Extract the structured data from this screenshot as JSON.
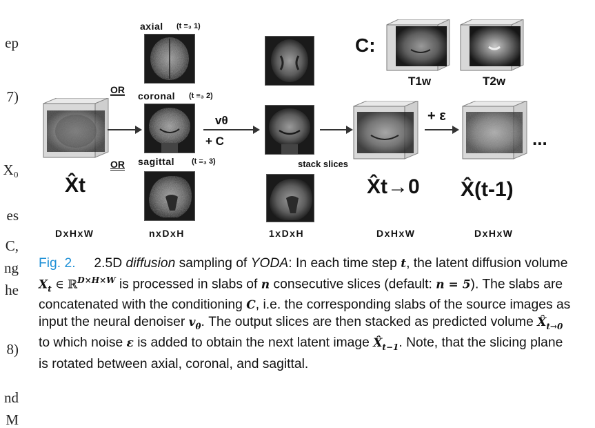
{
  "margin_fragments": [
    "ep",
    "7)",
    "X₀",
    "es",
    "C,",
    "ng",
    "he",
    "8)",
    "nd",
    "M"
  ],
  "diagram": {
    "axial_label": "axial",
    "axial_index": "(t ≡₃ 1)",
    "coronal_label": "coronal",
    "coronal_index": "(t ≡₃ 2)",
    "sagittal_label": "sagittal",
    "sagittal_index": "(t ≡₃ 3)",
    "or_label": "OR",
    "denoiser_label": "vθ",
    "plus_c_label": "+ C",
    "stack_label": "stack slices",
    "plus_eps_label": "+ ε",
    "cond_label": "C:",
    "t1w_label": "T1w",
    "t2w_label": "T2w",
    "ellipsis": "...",
    "x_t": "X̂t",
    "x_t0": "X̂t→0",
    "x_tm1": "X̂(t-1)",
    "dims": [
      "DxHxW",
      "nxDxH",
      "1xDxH",
      "DxHxW",
      "DxHxW"
    ]
  },
  "caption": {
    "fig_label": "Fig. 2.",
    "text_1": "2.5D ",
    "text_diffusion": "diffusion",
    "text_2": " sampling of ",
    "text_yoda": "YODA",
    "text_3": ": In each time step ",
    "sym_t": "t",
    "text_4": ", the latent diffusion volume ",
    "sym_xt": "X",
    "sym_xt_sub": "t",
    "text_5": " ∈ ℝ",
    "sym_dims": "D×H×W",
    "text_6": " is processed in slabs of ",
    "sym_n": "n",
    "text_7": " consecutive slices (default: ",
    "sym_n5": "n = 5",
    "text_8": "). The slabs are concatenated with the conditioning ",
    "sym_c": "C",
    "text_9": ", i.e. the corresponding slabs of the source images as input the neural denoiser ",
    "sym_v": "v",
    "sym_theta": "θ",
    "text_10": ". The output slices are then stacked as predicted volume ",
    "sym_xhat": "X̂",
    "sym_xhat_sub": "t→0",
    "text_11": " to which noise ",
    "sym_eps": "ε",
    "text_12": " is added to obtain the next latent image ",
    "sym_xnext": "X̂",
    "sym_xnext_sub": "t−1",
    "text_13": ". Note, that the slicing plane is rotated between axial, coronal, and sagittal."
  }
}
